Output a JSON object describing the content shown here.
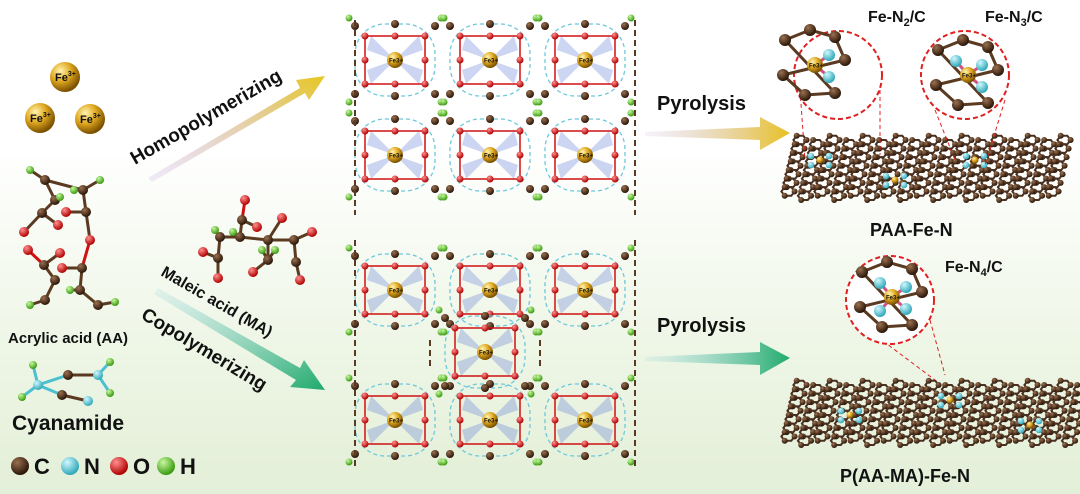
{
  "fe_ion": {
    "symbol": "Fe",
    "charge": "3+"
  },
  "reactants": {
    "acrylic_acid": "Acrylic acid (AA)",
    "cyanamide": "Cyanamide",
    "maleic_acid": "Maleic acid (MA)"
  },
  "legend": [
    {
      "label": "C",
      "color": "#4a3020"
    },
    {
      "label": "N",
      "color": "#5fd0dc"
    },
    {
      "label": "O",
      "color": "#e01010"
    },
    {
      "label": "H",
      "color": "#6cc43a"
    }
  ],
  "arrows": {
    "homo": "Homopolymerizing",
    "co": "Copolymerizing",
    "pyro_top": "Pyrolysis",
    "pyro_bottom": "Pyrolysis"
  },
  "products": {
    "top": "PAA-Fe-N",
    "bottom": "P(AA-MA)-Fe-N"
  },
  "insets": [
    {
      "prefix": "Fe-N",
      "sub": "2",
      "suffix": "/C"
    },
    {
      "prefix": "Fe-N",
      "sub": "3",
      "suffix": "/C"
    },
    {
      "prefix": "Fe-N",
      "sub": "4",
      "suffix": "/C"
    }
  ],
  "colors": {
    "homo_arrow": "#e8c820",
    "co_arrow": "#1faa6a",
    "inset_border": "#e02020"
  }
}
